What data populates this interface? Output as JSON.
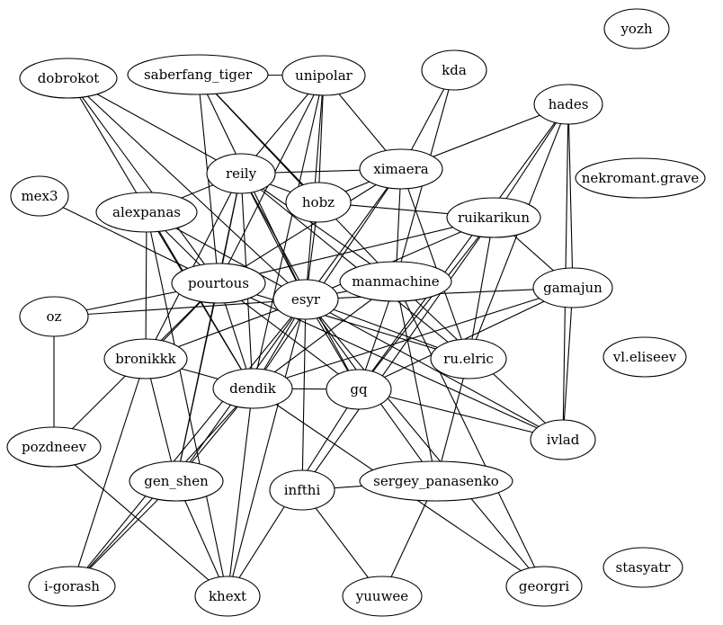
{
  "graph": {
    "nodes": [
      {
        "id": "yozh",
        "label": "yozh"
      },
      {
        "id": "dobrokot",
        "label": "dobrokot"
      },
      {
        "id": "saberfang_tiger",
        "label": "saberfang_tiger"
      },
      {
        "id": "unipolar",
        "label": "unipolar"
      },
      {
        "id": "kda",
        "label": "kda"
      },
      {
        "id": "hades",
        "label": "hades"
      },
      {
        "id": "reily",
        "label": "reily"
      },
      {
        "id": "ximaera",
        "label": "ximaera"
      },
      {
        "id": "nekromant.grave",
        "label": "nekromant.grave"
      },
      {
        "id": "mex3",
        "label": "mex3"
      },
      {
        "id": "alexpanas",
        "label": "alexpanas"
      },
      {
        "id": "hobz",
        "label": "hobz"
      },
      {
        "id": "ruikarikun",
        "label": "ruikarikun"
      },
      {
        "id": "pourtous",
        "label": "pourtous"
      },
      {
        "id": "esyr",
        "label": "esyr"
      },
      {
        "id": "manmachine",
        "label": "manmachine"
      },
      {
        "id": "gamajun",
        "label": "gamajun"
      },
      {
        "id": "oz",
        "label": "oz"
      },
      {
        "id": "bronikkk",
        "label": "bronikkk"
      },
      {
        "id": "ru.elric",
        "label": "ru.elric"
      },
      {
        "id": "vl.eliseev",
        "label": "vl.eliseev"
      },
      {
        "id": "dendik",
        "label": "dendik"
      },
      {
        "id": "gq",
        "label": "gq"
      },
      {
        "id": "pozdneev",
        "label": "pozdneev"
      },
      {
        "id": "ivlad",
        "label": "ivlad"
      },
      {
        "id": "gen_shen",
        "label": "gen_shen"
      },
      {
        "id": "infthi",
        "label": "infthi"
      },
      {
        "id": "sergey_panasenko",
        "label": "sergey_panasenko"
      },
      {
        "id": "i-gorash",
        "label": "i-gorash"
      },
      {
        "id": "khext",
        "label": "khext"
      },
      {
        "id": "yuuwee",
        "label": "yuuwee"
      },
      {
        "id": "georgri",
        "label": "georgri"
      },
      {
        "id": "stasyatr",
        "label": "stasyatr"
      }
    ],
    "edges": [
      [
        "dobrokot",
        "reily"
      ],
      [
        "dobrokot",
        "pourtous"
      ],
      [
        "dobrokot",
        "esyr"
      ],
      [
        "dobrokot",
        "dendik"
      ],
      [
        "saberfang_tiger",
        "unipolar"
      ],
      [
        "saberfang_tiger",
        "pourtous"
      ],
      [
        "saberfang_tiger",
        "hobz"
      ],
      [
        "saberfang_tiger",
        "esyr"
      ],
      [
        "saberfang_tiger",
        "manmachine"
      ],
      [
        "unipolar",
        "reily"
      ],
      [
        "unipolar",
        "hobz"
      ],
      [
        "unipolar",
        "ximaera"
      ],
      [
        "unipolar",
        "pourtous"
      ],
      [
        "unipolar",
        "esyr"
      ],
      [
        "unipolar",
        "dendik"
      ],
      [
        "kda",
        "ximaera"
      ],
      [
        "kda",
        "manmachine"
      ],
      [
        "hades",
        "ximaera"
      ],
      [
        "hades",
        "ruikarikun"
      ],
      [
        "hades",
        "gamajun"
      ],
      [
        "hades",
        "gq"
      ],
      [
        "hades",
        "ru.elric"
      ],
      [
        "hades",
        "ivlad"
      ],
      [
        "reily",
        "ximaera"
      ],
      [
        "reily",
        "hobz"
      ],
      [
        "reily",
        "alexpanas"
      ],
      [
        "reily",
        "pourtous"
      ],
      [
        "reily",
        "esyr"
      ],
      [
        "reily",
        "manmachine"
      ],
      [
        "reily",
        "bronikkk"
      ],
      [
        "reily",
        "dendik"
      ],
      [
        "reily",
        "gq"
      ],
      [
        "reily",
        "gen_shen"
      ],
      [
        "reily",
        "ru.elric"
      ],
      [
        "ximaera",
        "hobz"
      ],
      [
        "ximaera",
        "pourtous"
      ],
      [
        "ximaera",
        "esyr"
      ],
      [
        "ximaera",
        "manmachine"
      ],
      [
        "ximaera",
        "ru.elric"
      ],
      [
        "ximaera",
        "dendik"
      ],
      [
        "mex3",
        "pourtous"
      ],
      [
        "alexpanas",
        "pourtous"
      ],
      [
        "alexpanas",
        "esyr"
      ],
      [
        "alexpanas",
        "bronikkk"
      ],
      [
        "alexpanas",
        "dendik"
      ],
      [
        "hobz",
        "ruikarikun"
      ],
      [
        "hobz",
        "esyr"
      ],
      [
        "ruikarikun",
        "pourtous"
      ],
      [
        "ruikarikun",
        "esyr"
      ],
      [
        "ruikarikun",
        "gamajun"
      ],
      [
        "ruikarikun",
        "ru.elric"
      ],
      [
        "ruikarikun",
        "gq"
      ],
      [
        "ruikarikun",
        "infthi"
      ],
      [
        "pourtous",
        "oz"
      ],
      [
        "pourtous",
        "bronikkk"
      ],
      [
        "pourtous",
        "dendik"
      ],
      [
        "pourtous",
        "gq"
      ],
      [
        "pourtous",
        "gen_shen"
      ],
      [
        "pourtous",
        "pozdneev"
      ],
      [
        "pourtous",
        "ivlad"
      ],
      [
        "pourtous",
        "ru.elric"
      ],
      [
        "esyr",
        "manmachine"
      ],
      [
        "esyr",
        "oz"
      ],
      [
        "esyr",
        "bronikkk"
      ],
      [
        "esyr",
        "dendik"
      ],
      [
        "esyr",
        "gq"
      ],
      [
        "esyr",
        "ru.elric"
      ],
      [
        "esyr",
        "ivlad"
      ],
      [
        "esyr",
        "gen_shen"
      ],
      [
        "esyr",
        "infthi"
      ],
      [
        "esyr",
        "sergey_panasenko"
      ],
      [
        "esyr",
        "i-gorash"
      ],
      [
        "esyr",
        "khext"
      ],
      [
        "esyr",
        "georgri"
      ],
      [
        "esyr",
        "gamajun"
      ],
      [
        "manmachine",
        "dendik"
      ],
      [
        "manmachine",
        "gq"
      ],
      [
        "manmachine",
        "sergey_panasenko"
      ],
      [
        "manmachine",
        "georgri"
      ],
      [
        "manmachine",
        "ivlad"
      ],
      [
        "gamajun",
        "ivlad"
      ],
      [
        "gamajun",
        "dendik"
      ],
      [
        "gamajun",
        "gq"
      ],
      [
        "oz",
        "pozdneev"
      ],
      [
        "bronikkk",
        "dendik"
      ],
      [
        "bronikkk",
        "gen_shen"
      ],
      [
        "bronikkk",
        "i-gorash"
      ],
      [
        "ru.elric",
        "sergey_panasenko"
      ],
      [
        "dendik",
        "gq"
      ],
      [
        "dendik",
        "gen_shen"
      ],
      [
        "dendik",
        "i-gorash"
      ],
      [
        "dendik",
        "khext"
      ],
      [
        "dendik",
        "georgri"
      ],
      [
        "gq",
        "ivlad"
      ],
      [
        "gq",
        "khext"
      ],
      [
        "pozdneev",
        "khext"
      ],
      [
        "gen_shen",
        "i-gorash"
      ],
      [
        "gen_shen",
        "khext"
      ],
      [
        "infthi",
        "sergey_panasenko"
      ],
      [
        "infthi",
        "yuuwee"
      ],
      [
        "sergey_panasenko",
        "yuuwee"
      ],
      [
        "alexpanas",
        "khext"
      ]
    ]
  }
}
